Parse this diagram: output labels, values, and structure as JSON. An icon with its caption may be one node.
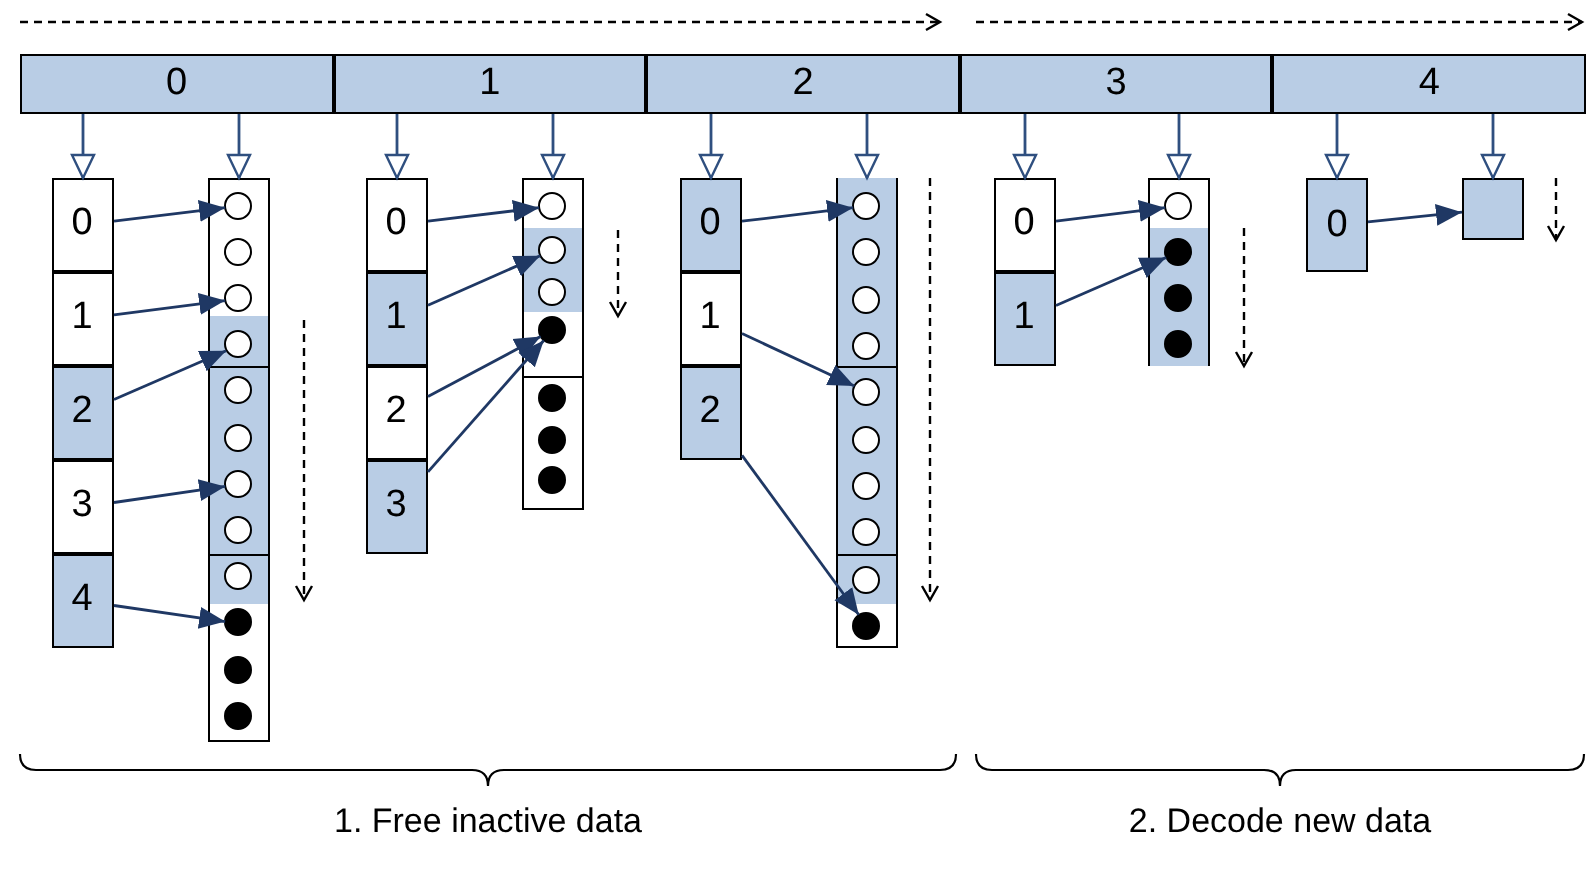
{
  "diagram": {
    "nodes": [
      {
        "text": [
          "0"
        ]
      },
      {
        "text": [
          "1"
        ]
      },
      {
        "text": [
          "2"
        ]
      },
      {
        "text": [
          "3"
        ]
      },
      {
        "text": [
          "4"
        ]
      },
      {
        "text": [],
        "shape": "box"
      },
      {
        "text": [
          "0"
        ],
        "in": 5
      },
      {
        "text": [
          "1"
        ],
        "in": 5
      },
      {
        "text": [
          "2"
        ],
        "in": 5
      },
      {
        "text": [
          "3"
        ],
        "in": 5
      },
      {
        "text": [
          "4"
        ],
        "in": 5
      },
      {
        "text": [],
        "shape": "box"
      },
      {
        "text": [],
        "shape": "circle",
        "in": 11
      },
      {
        "text": [],
        "shape": "circle",
        "in": 11
      },
      {
        "text": [],
        "shape": "circle",
        "in": 11
      },
      {
        "text": [],
        "shape": "circle",
        "in": 11
      },
      {
        "text": [],
        "shape": "circle",
        "in": 11
      },
      {
        "text": [],
        "shape": "circle",
        "in": 11
      },
      {
        "text": [],
        "shape": "circle",
        "in": 11
      },
      {
        "text": [],
        "shape": "circle",
        "in": 11
      },
      {
        "text": [],
        "shape": "circle",
        "in": 11
      },
      {
        "text": [],
        "shape": "dot",
        "in": 11
      },
      {
        "text": [],
        "shape": "dot",
        "in": 11
      },
      {
        "text": [],
        "shape": "dot",
        "in": 11
      },
      {
        "text": [],
        "shape": "box"
      },
      {
        "text": [
          "0"
        ],
        "in": 24
      },
      {
        "text": [
          "1"
        ],
        "in": 24
      },
      {
        "text": [
          "2"
        ],
        "in": 24
      },
      {
        "text": [
          "3"
        ],
        "in": 24
      },
      {
        "text": [],
        "shape": "box"
      },
      {
        "text": [],
        "shape": "circle",
        "in": 29
      },
      {
        "text": [],
        "shape": "circle",
        "in": 29
      },
      {
        "text": [],
        "shape": "circle",
        "in": 29
      },
      {
        "text": [],
        "shape": "dot",
        "in": 29
      },
      {
        "text": [],
        "shape": "dot",
        "in": 29
      },
      {
        "text": [],
        "shape": "dot",
        "in": 29
      },
      {
        "text": [],
        "shape": "dot",
        "in": 29
      },
      {
        "text": [],
        "shape": "box"
      },
      {
        "text": [
          "0"
        ],
        "in": 37
      },
      {
        "text": [
          "1"
        ],
        "in": 37
      },
      {
        "text": [
          "2"
        ],
        "in": 37
      },
      {
        "text": [],
        "shape": "box"
      },
      {
        "text": [],
        "shape": "circle",
        "in": 41
      },
      {
        "text": [],
        "shape": "circle",
        "in": 41
      },
      {
        "text": [],
        "shape": "circle",
        "in": 41
      },
      {
        "text": [],
        "shape": "circle",
        "in": 41
      },
      {
        "text": [],
        "shape": "circle",
        "in": 41
      },
      {
        "text": [],
        "shape": "circle",
        "in": 41
      },
      {
        "text": [],
        "shape": "circle",
        "in": 41
      },
      {
        "text": [],
        "shape": "circle",
        "in": 41
      },
      {
        "text": [],
        "shape": "circle",
        "in": 41
      },
      {
        "text": [],
        "shape": "dot",
        "in": 41
      },
      {
        "text": [],
        "shape": "box"
      },
      {
        "text": [
          "0"
        ],
        "in": 52
      },
      {
        "text": [
          "1"
        ],
        "in": 52
      },
      {
        "text": [],
        "shape": "box"
      },
      {
        "text": [],
        "shape": "circle",
        "in": 55
      },
      {
        "text": [],
        "shape": "dot",
        "in": 55
      },
      {
        "text": [],
        "shape": "dot",
        "in": 55
      },
      {
        "text": [],
        "shape": "dot",
        "in": 55
      },
      {
        "text": [
          "0"
        ]
      },
      {
        "text": [],
        "shape": "box"
      }
    ],
    "edges": [
      {
        "from": 0,
        "to": 5,
        "arrow": "to"
      },
      {
        "from": 0,
        "to": 11,
        "arrow": "to"
      },
      {
        "from": 1,
        "to": 24,
        "arrow": "to"
      },
      {
        "from": 1,
        "to": 29,
        "arrow": "to"
      },
      {
        "from": 2,
        "to": 37,
        "arrow": "to"
      },
      {
        "from": 2,
        "to": 41,
        "arrow": "to"
      },
      {
        "from": 3,
        "to": 52,
        "arrow": "to"
      },
      {
        "from": 3,
        "to": 55,
        "arrow": "to"
      },
      {
        "from": 4,
        "to": 60,
        "arrow": "to"
      },
      {
        "from": 4,
        "to": 61,
        "arrow": "to"
      },
      {
        "from": 6,
        "to": 12,
        "arrow": "to"
      },
      {
        "from": 7,
        "to": 14,
        "arrow": "to"
      },
      {
        "from": 8,
        "to": 15,
        "arrow": "to"
      },
      {
        "from": 9,
        "to": 18,
        "arrow": "to"
      },
      {
        "from": 10,
        "to": 21,
        "arrow": "to"
      },
      {
        "from": 25,
        "to": 30,
        "arrow": "to"
      },
      {
        "from": 26,
        "to": 31,
        "arrow": "to"
      },
      {
        "from": 27,
        "to": 33,
        "arrow": "to"
      },
      {
        "from": 28,
        "to": 33,
        "arrow": "to"
      },
      {
        "from": 38,
        "to": 42,
        "arrow": "to"
      },
      {
        "from": 39,
        "to": 46,
        "arrow": "to"
      },
      {
        "from": 40,
        "to": 51,
        "arrow": "to"
      },
      {
        "from": 53,
        "to": 56,
        "arrow": "to"
      },
      {
        "from": 54,
        "to": 57,
        "arrow": "to"
      },
      {
        "from": 60,
        "to": 61,
        "arrow": "to"
      }
    ],
    "labels": [
      "1. Free inactive data",
      "2. Decode new data"
    ]
  }
}
